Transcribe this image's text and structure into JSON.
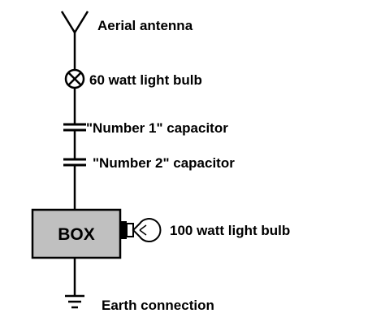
{
  "diagram": {
    "labels": {
      "antenna": "Aerial antenna",
      "bulb_60": "60 watt light bulb",
      "capacitor_1": "\"Number 1\" capacitor",
      "capacitor_2": "\"Number 2\" capacitor",
      "box": "BOX",
      "bulb_100": "100 watt light bulb",
      "earth": "Earth connection"
    },
    "colors": {
      "wire": "#000000",
      "box_fill": "#c0c0c0",
      "background": "#ffffff"
    }
  }
}
